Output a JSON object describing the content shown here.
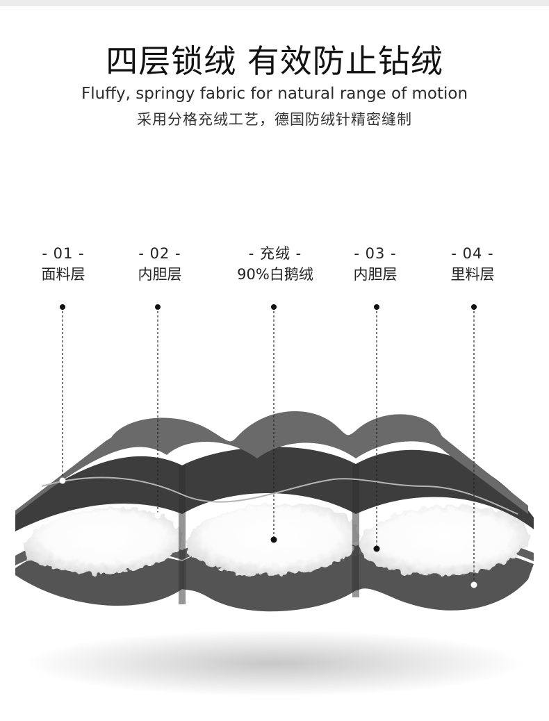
{
  "header": {
    "title": "四层锁绒 有效防止钻绒",
    "subtitle_en": "Fluffy, springy fabric for natural range of motion",
    "subtitle_cn": "采用分格充绒工艺，德国防绒针精密缝制"
  },
  "layers": [
    {
      "number": "- 01 -",
      "name": "面料层"
    },
    {
      "number": "- 02 -",
      "name": "内胆层"
    },
    {
      "number": "- 充绒 -",
      "name": "90%白鹅绒"
    },
    {
      "number": "- 03 -",
      "name": "内胆层"
    },
    {
      "number": "- 04 -",
      "name": "里料层"
    }
  ]
}
